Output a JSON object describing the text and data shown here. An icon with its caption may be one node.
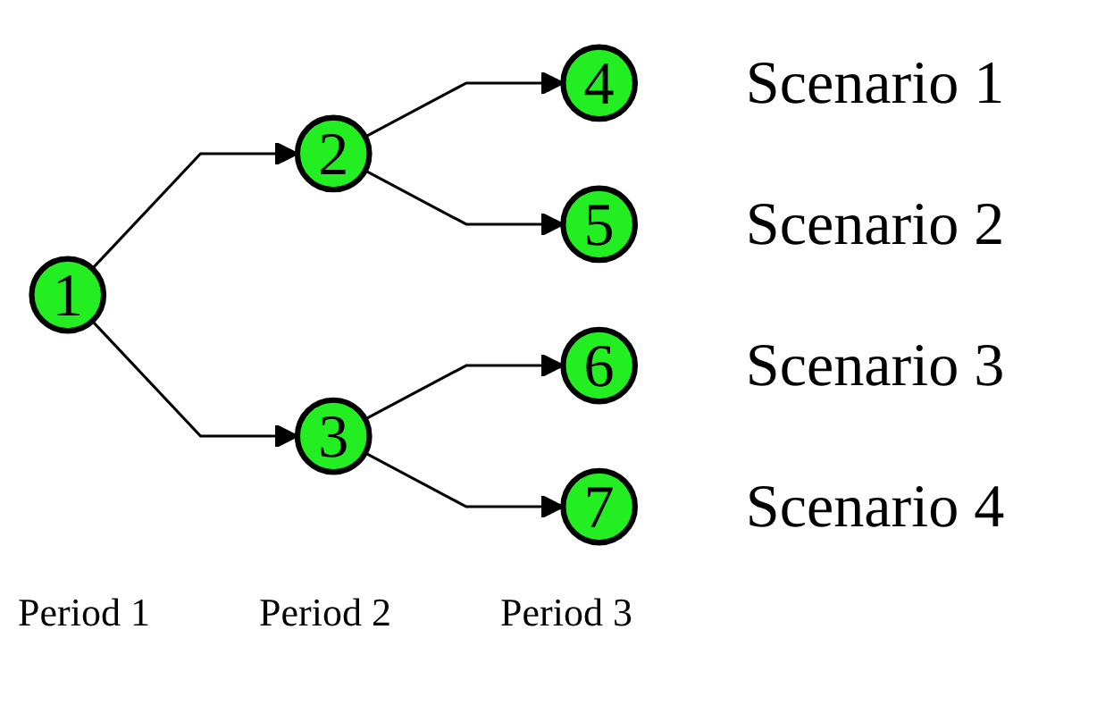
{
  "diagram": {
    "nodes": [
      {
        "text": [
          "1"
        ]
      },
      {
        "text": [
          "2"
        ]
      },
      {
        "text": [
          "3"
        ]
      },
      {
        "text": [
          "4"
        ],
        "beside": [
          "Scenario 1"
        ]
      },
      {
        "text": [
          "5"
        ],
        "beside": [
          "Scenario 2"
        ]
      },
      {
        "text": [
          "6"
        ],
        "beside": [
          "Scenario 3"
        ]
      },
      {
        "text": [
          "7"
        ],
        "beside": [
          "Scenario 4"
        ]
      }
    ],
    "edges": [
      {
        "from": 0,
        "to": 1,
        "arrow": "to"
      },
      {
        "from": 0,
        "to": 2,
        "arrow": "to"
      },
      {
        "from": 1,
        "to": 3,
        "arrow": "to"
      },
      {
        "from": 1,
        "to": 4,
        "arrow": "to"
      },
      {
        "from": 2,
        "to": 5,
        "arrow": "to"
      },
      {
        "from": 2,
        "to": 6,
        "arrow": "to"
      }
    ],
    "labels": [
      "Period 1",
      "Period 2",
      "Period 3"
    ]
  }
}
